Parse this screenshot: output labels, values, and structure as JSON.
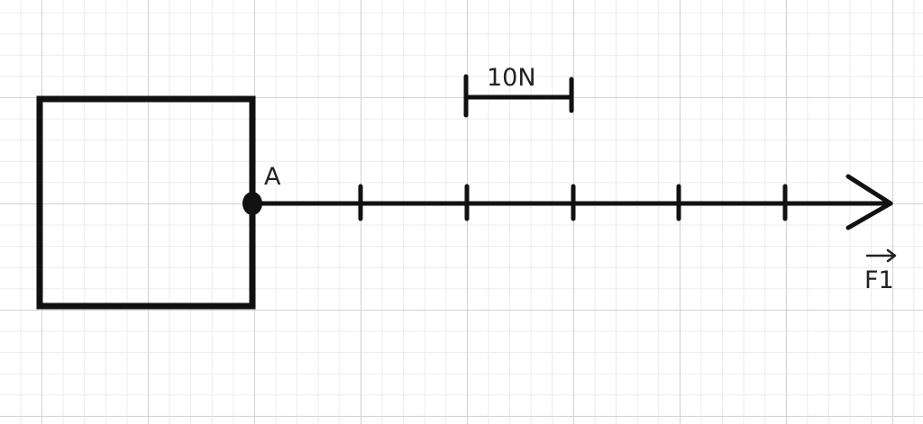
{
  "diagram": {
    "point_label": "A",
    "scale_label": "10N",
    "force_label": "F1",
    "ink_color": "#111111",
    "grid_major_color": "#d2d2d2",
    "grid_minor_color": "#ececec"
  }
}
